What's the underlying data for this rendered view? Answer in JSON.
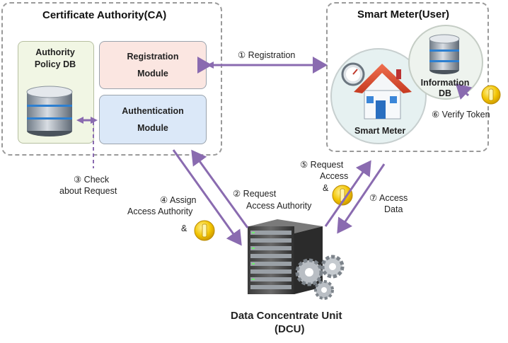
{
  "ca": {
    "title": "Certificate Authority(CA)",
    "policy_db": "Authority Policy DB",
    "registration_module": "Registration Module",
    "authentication_module": "Authentication Module"
  },
  "smart_meter_box": {
    "title": "Smart Meter(User)",
    "device_label": "Smart Meter",
    "info_db": "Information DB"
  },
  "dcu": {
    "title": "Data Concentrate Unit",
    "subtitle": "(DCU)"
  },
  "steps": {
    "s1": "① Registration",
    "s2a": "② Request",
    "s2b": "Access Authority",
    "s3a": "③ Check",
    "s3b": "about Request",
    "s4a": "④ Assign",
    "s4b": "Access Authority",
    "s4c": "&",
    "s5a": "⑤ Request",
    "s5b": "Access",
    "s5c": "&",
    "s6": "⑥ Verify Token",
    "s7a": "⑦ Access",
    "s7b": "Data"
  },
  "colors": {
    "arrow": "#8a6bb0",
    "registration_fill": "#fbe6e1",
    "authentication_fill": "#dbe8f8",
    "policy_fill": "#f1f6e4",
    "coin": "#f2c400"
  }
}
